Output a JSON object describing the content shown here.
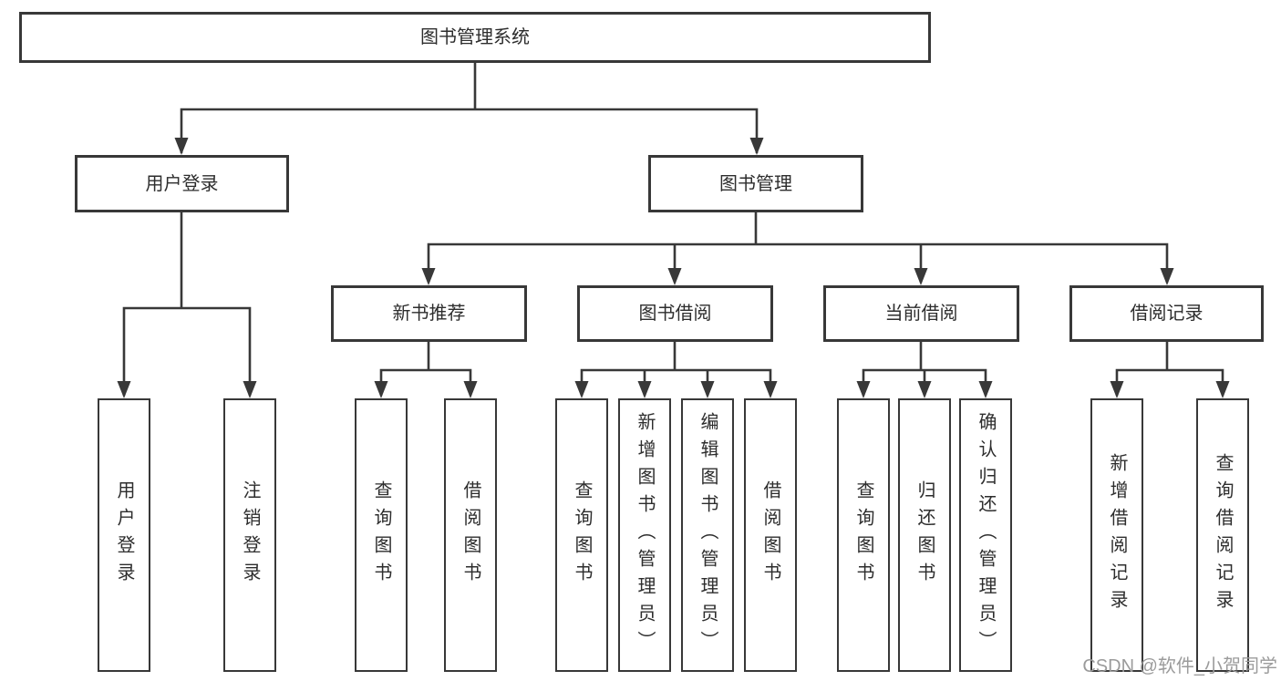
{
  "diagram": {
    "root": {
      "label": "图书管理系统",
      "children": [
        {
          "label": "用户登录",
          "children": [
            {
              "label": "用户登录"
            },
            {
              "label": "注销登录"
            }
          ]
        },
        {
          "label": "图书管理",
          "children": [
            {
              "label": "新书推荐",
              "children": [
                {
                  "label": "查询图书"
                },
                {
                  "label": "借阅图书"
                }
              ]
            },
            {
              "label": "图书借阅",
              "children": [
                {
                  "label": "查询图书"
                },
                {
                  "label": "新增图书（管理员）"
                },
                {
                  "label": "编辑图书（管理员）"
                },
                {
                  "label": "借阅图书"
                }
              ]
            },
            {
              "label": "当前借阅",
              "children": [
                {
                  "label": "查询图书"
                },
                {
                  "label": "归还图书"
                },
                {
                  "label": "确认归还（管理员）"
                }
              ]
            },
            {
              "label": "借阅记录",
              "children": [
                {
                  "label": "新增借阅记录"
                },
                {
                  "label": "查询借阅记录"
                }
              ]
            }
          ]
        }
      ]
    }
  },
  "watermark": {
    "text": "CSDN @软件_小贺同学"
  },
  "colors": {
    "line": "#383838",
    "box_border": "#383838",
    "text": "#2d2d2d",
    "background": "#ffffff",
    "watermark": "#9b9b9b"
  }
}
